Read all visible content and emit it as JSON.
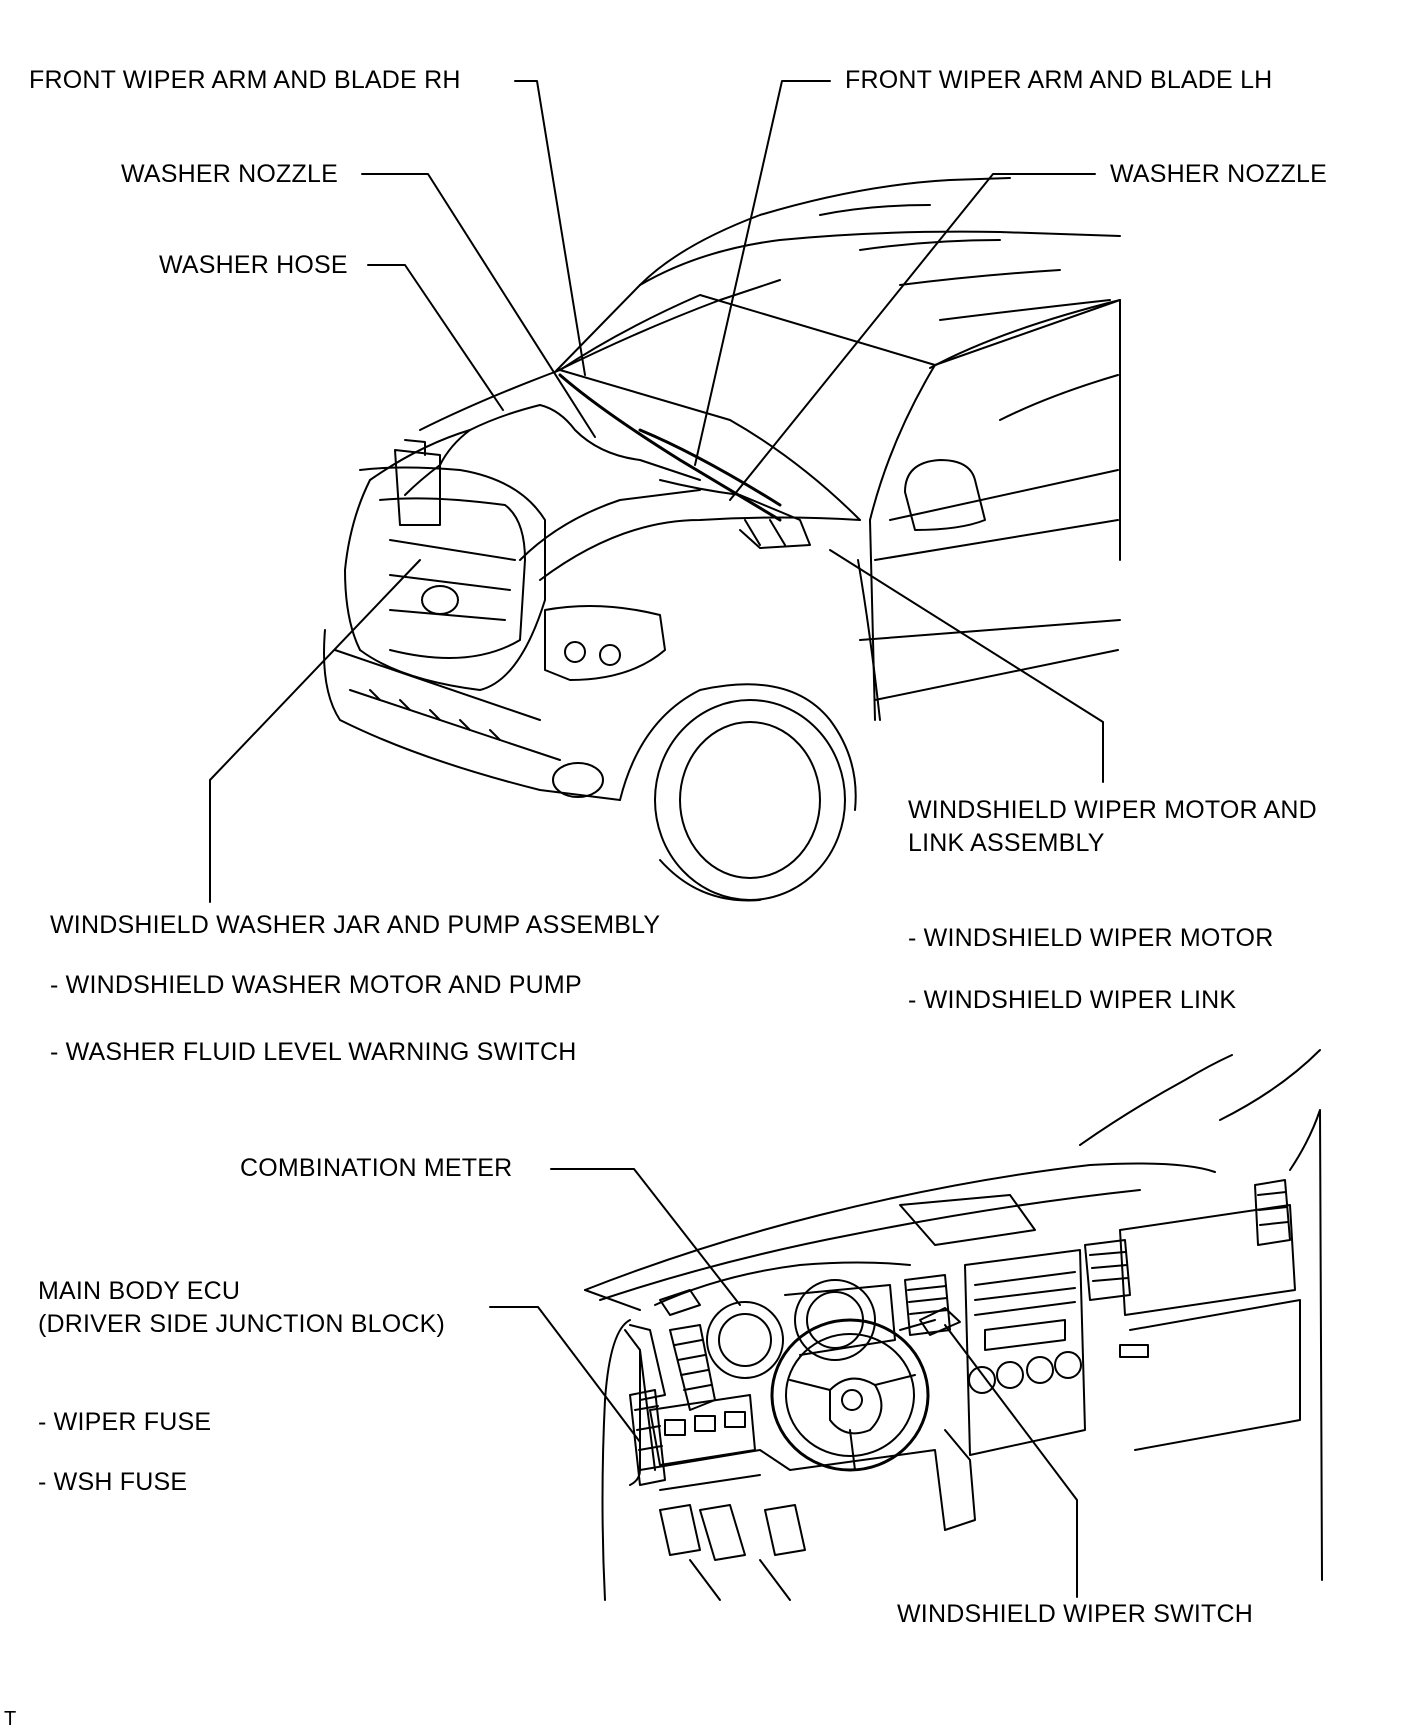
{
  "top_callouts": {
    "wiper_arm_rh": "FRONT WIPER ARM AND BLADE RH",
    "wiper_arm_lh": "FRONT WIPER ARM AND BLADE LH",
    "washer_nozzle_left": "WASHER NOZZLE",
    "washer_nozzle_right": "WASHER NOZZLE",
    "washer_hose": "WASHER HOSE",
    "wiper_motor_link_line1": "WINDSHIELD WIPER MOTOR AND",
    "wiper_motor_link_line2": "LINK ASSEMBLY",
    "wiper_motor_sub": "- WINDSHIELD WIPER MOTOR",
    "wiper_link_sub": "- WINDSHIELD WIPER LINK",
    "washer_jar": "WINDSHIELD WASHER JAR AND PUMP ASSEMBLY",
    "washer_motor_sub": "- WINDSHIELD WASHER MOTOR AND PUMP",
    "fluid_switch_sub": "- WASHER FLUID LEVEL WARNING SWITCH"
  },
  "bottom_callouts": {
    "combination_meter": "COMBINATION METER",
    "main_body_ecu_line1": "MAIN BODY ECU",
    "main_body_ecu_line2": "(DRIVER SIDE JUNCTION BLOCK)",
    "wiper_fuse_sub": "- WIPER FUSE",
    "wsh_fuse_sub": "- WSH FUSE",
    "wiper_switch": "WINDSHIELD WIPER SWITCH"
  },
  "corner_mark": "T"
}
